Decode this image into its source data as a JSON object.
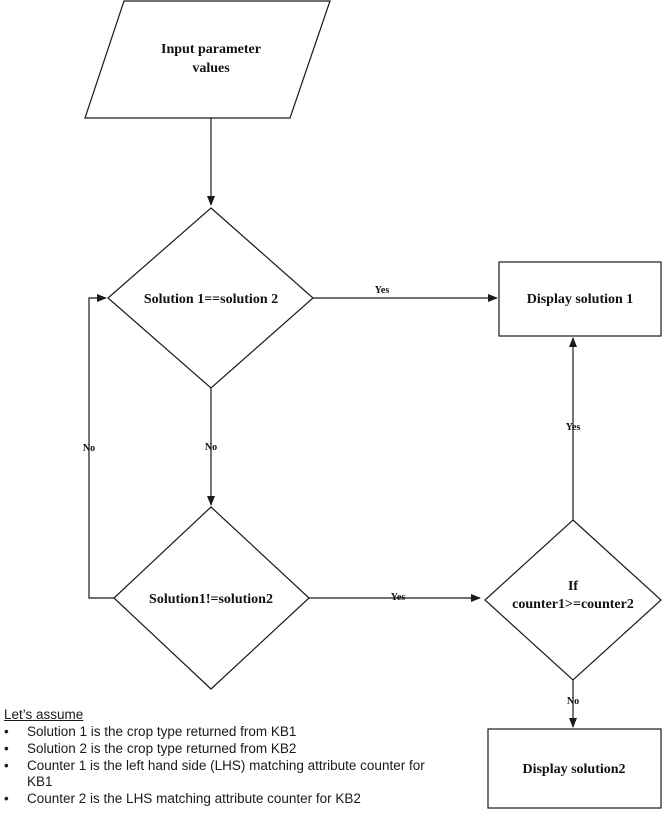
{
  "nodes": {
    "input": {
      "line1": "Input parameter",
      "line2": "values"
    },
    "decision1": "Solution 1==solution 2",
    "decision2": "Solution1!=solution2",
    "decision3": {
      "line1": "If",
      "line2": "counter1>=counter2"
    },
    "display1": "Display solution 1",
    "display2": "Display solution2"
  },
  "edges": {
    "d1_yes": "Yes",
    "d1_no": "No",
    "d2_no": "No",
    "d2_yes": "Yes",
    "d3_yes": "Yes",
    "d3_no": "No"
  },
  "notes": {
    "title": "Let’s assume",
    "items": [
      "Solution 1 is the crop type returned from KB1",
      "Solution 2 is the crop type returned from KB2",
      "Counter 1 is the left hand side (LHS) matching attribute counter for KB1",
      "Counter 2 is the LHS matching attribute counter for KB2"
    ]
  }
}
